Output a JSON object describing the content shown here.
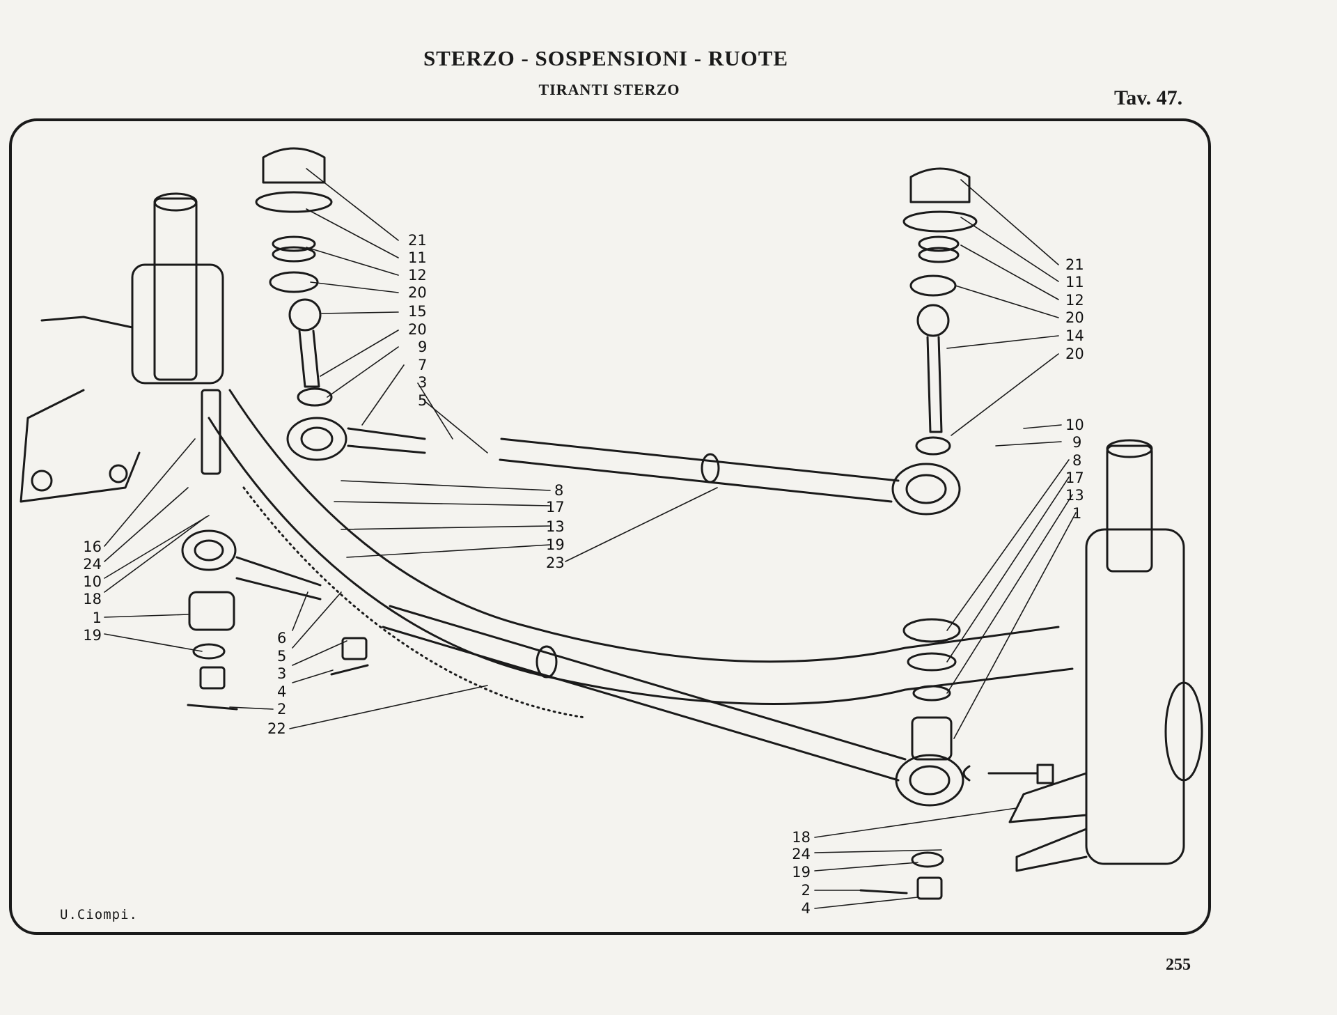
{
  "header": {
    "title": "STERZO - SOSPENSIONI - RUOTE",
    "subtitle": "TIRANTI STERZO",
    "plate": "Tav. 47."
  },
  "footer": {
    "page_number": "255",
    "signature": "U.Ciompi."
  },
  "callouts": {
    "upper_left_joint": [
      "21",
      "11",
      "12",
      "20",
      "15",
      "20",
      "9",
      "7",
      "3",
      "5"
    ],
    "upper_right_joint": [
      "21",
      "11",
      "12",
      "20",
      "14",
      "20",
      "10",
      "9",
      "8",
      "17",
      "13",
      "1"
    ],
    "center_rod": [
      "8",
      "17",
      "13",
      "19",
      "23"
    ],
    "left_side": [
      "16",
      "24",
      "10",
      "18",
      "1",
      "19"
    ],
    "lower_rod": [
      "6",
      "5",
      "3",
      "4",
      "2",
      "22"
    ],
    "lower_right": [
      "18",
      "24",
      "19",
      "2",
      "4"
    ]
  }
}
